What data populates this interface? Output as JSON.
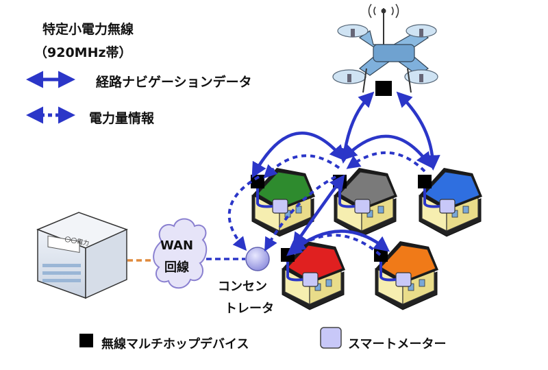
{
  "legend": {
    "title": "特定小電力無線",
    "subtitle": "（920MHz帯）",
    "route_label": "経路ナビゲーションデータ",
    "power_label": "電力量情報",
    "device_label": "無線マルチホップデバイス",
    "meter_label": "スマートメーター"
  },
  "wan": {
    "line1": "WAN",
    "line2": "回線"
  },
  "concentrator": {
    "line1": "コンセン",
    "line2": "トレータ"
  },
  "building": {
    "sign": "〇〇電力"
  },
  "colors": {
    "arrow": "#2b36c8",
    "wan_link": "#e08a3c",
    "drone_body": "#7fb0dc",
    "meter": "#c8c8f8",
    "roof_green": "#2e8b2e",
    "roof_gray": "#7a7a7a",
    "roof_blue": "#2f6fe0",
    "roof_red": "#e02020",
    "roof_orange": "#f07a18",
    "house_wall": "#f6eeb0"
  }
}
